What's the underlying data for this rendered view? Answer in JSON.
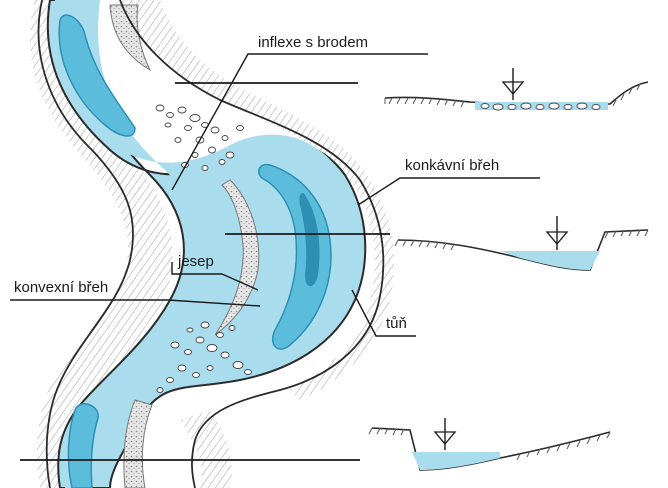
{
  "labels": {
    "ford_inflection": "inflexe s brodem",
    "concave_bank": "konkávní břeh",
    "point_bar": "jesep",
    "convex_bank": "konvexní břeh",
    "pool": "tůň"
  },
  "colors": {
    "water_light": "#a9dcec",
    "water_mid": "#5bbcdb",
    "water_deep": "#2e8fb5",
    "gravel": "#d9d9d9",
    "bank_line": "#2b2b2b"
  }
}
